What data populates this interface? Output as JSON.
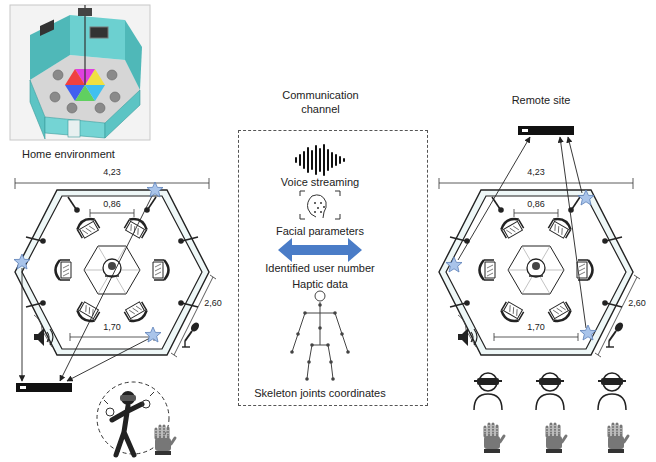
{
  "diagram": {
    "nodes": [
      {
        "text": [
          "Home environment"
        ]
      },
      {
        "text": [
          "Communication channel"
        ]
      },
      {
        "text": [
          "Remote site"
        ]
      }
    ],
    "labels": [
      "Voice streaming",
      "Facial parameters",
      "Identified user number",
      "Haptic data",
      "Skeleton joints coordinates",
      "4,23",
      "0,86",
      "1,70",
      "2,60",
      "4,23",
      "0,86",
      "1,70",
      "2,60"
    ]
  }
}
